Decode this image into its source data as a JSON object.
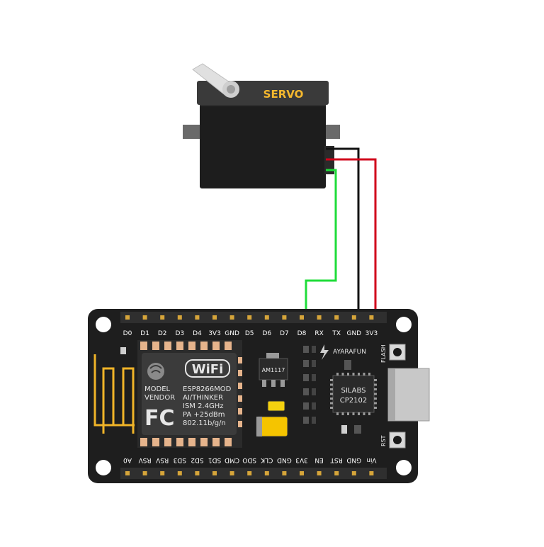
{
  "servo": {
    "label": "SERVO"
  },
  "board": {
    "top_pins": [
      "D0",
      "D1",
      "D2",
      "D3",
      "D4",
      "3V3",
      "GND",
      "D5",
      "D6",
      "D7",
      "D8",
      "RX",
      "TX",
      "GND",
      "3V3"
    ],
    "bottom_pins": [
      "A0",
      "RSV",
      "RSV",
      "SD3",
      "SD2",
      "SD1",
      "CMD",
      "SDO",
      "CLK",
      "GND",
      "3V3",
      "EN",
      "RST",
      "GND",
      "Vin"
    ],
    "wifi_logo": "WiFi",
    "module_lines": [
      "ESP8266MOD",
      "AI/THINKER",
      "ISM 2.4GHz",
      "PA +25dBm",
      "802.11b/g/n"
    ],
    "model_label": "MODEL",
    "vendor_label": "VENDOR",
    "fcc_logo": "FC",
    "regulator": "AM1117",
    "brand": "AYARAFUN",
    "usb_chip": [
      "SILABS",
      "CP2102"
    ],
    "flash_label": "FLASH",
    "rst_label": "RST"
  },
  "wires": [
    {
      "from": "servo",
      "to": "D8",
      "color": "#1fdc3a"
    },
    {
      "from": "servo",
      "to": "GND",
      "color": "#111111"
    },
    {
      "from": "servo",
      "to": "3V3",
      "color": "#d0021b"
    }
  ]
}
